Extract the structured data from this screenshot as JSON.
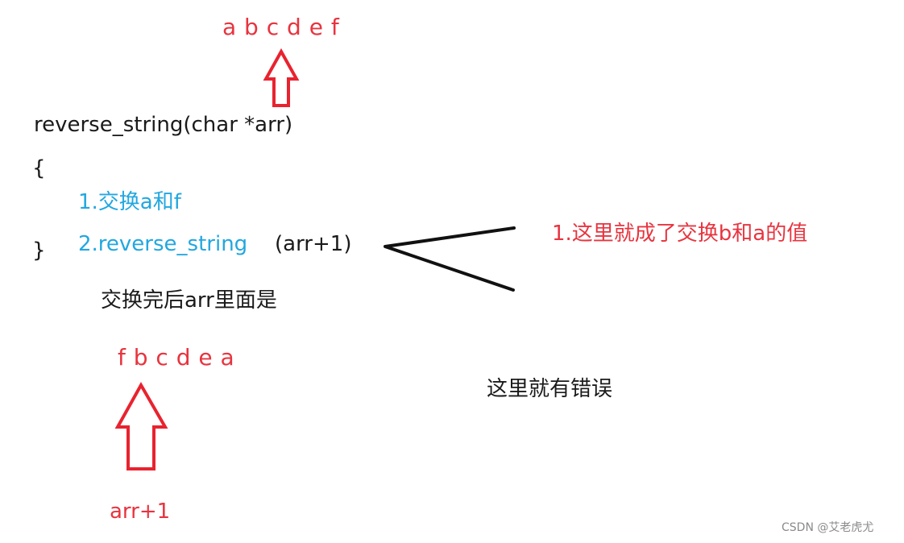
{
  "top_letters": "a b c d e f",
  "code": {
    "signature": "reverse_string(char *arr)",
    "open_brace": "{",
    "step1": "1.交换a和f",
    "step2_call": "2.reverse_string",
    "step2_arg": "(arr+1)",
    "close_brace": "}"
  },
  "right_note": "1.这里就成了交换b和a的值",
  "after_swap_label": "交换完后arr里面是",
  "bottom_letters": "f b c d e a",
  "error_note": "这里就有错误",
  "bottom_label": "arr+1",
  "watermark": "CSDN @艾老虎尤",
  "colors": {
    "red": "#e8343f",
    "blue": "#22a7e0",
    "black": "#1a1a1a"
  }
}
